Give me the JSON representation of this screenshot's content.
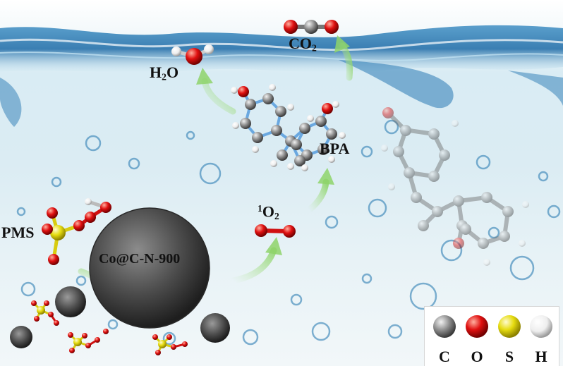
{
  "labels": {
    "pms": "PMS",
    "catalyst": "Co@C-N-900",
    "water_main": "H",
    "water_sub": "2",
    "water_end": "O",
    "co2_main": "CO",
    "co2_sub": "2",
    "bpa": "BPA",
    "singlet_sup": "1",
    "singlet_main": "O",
    "singlet_sub": "2"
  },
  "legend": {
    "items": [
      {
        "symbol": "C",
        "color": "#8a8a8a"
      },
      {
        "symbol": "O",
        "color": "#e01010"
      },
      {
        "symbol": "S",
        "color": "#e6dc10"
      },
      {
        "symbol": "H",
        "color": "#eeeeee"
      }
    ]
  },
  "colors": {
    "water": "#3f8fc4",
    "arrow": "#b8e6a0",
    "carbon": "#8a8a8a",
    "oxygen": "#e01010",
    "sulfur": "#e6dc10",
    "hydrogen": "#eeeeee",
    "aromatic_bond": "#6aa8e0"
  }
}
